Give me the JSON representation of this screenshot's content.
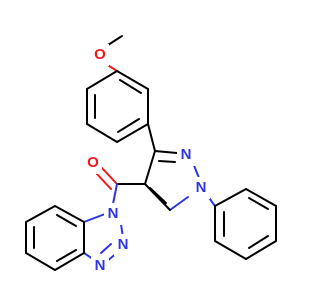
{
  "molecule": {
    "atoms": {
      "methoxy_oxygen": "O",
      "carbonyl_oxygen": "O",
      "pyrazole_n1": "N",
      "pyrazole_n2": "N",
      "benzotriazole_n1": "N",
      "benzotriazole_n2": "N",
      "benzotriazole_n3": "N"
    },
    "colors": {
      "bond": "#000000",
      "nitrogen": "#2d35e6",
      "oxygen": "#f01818"
    }
  }
}
